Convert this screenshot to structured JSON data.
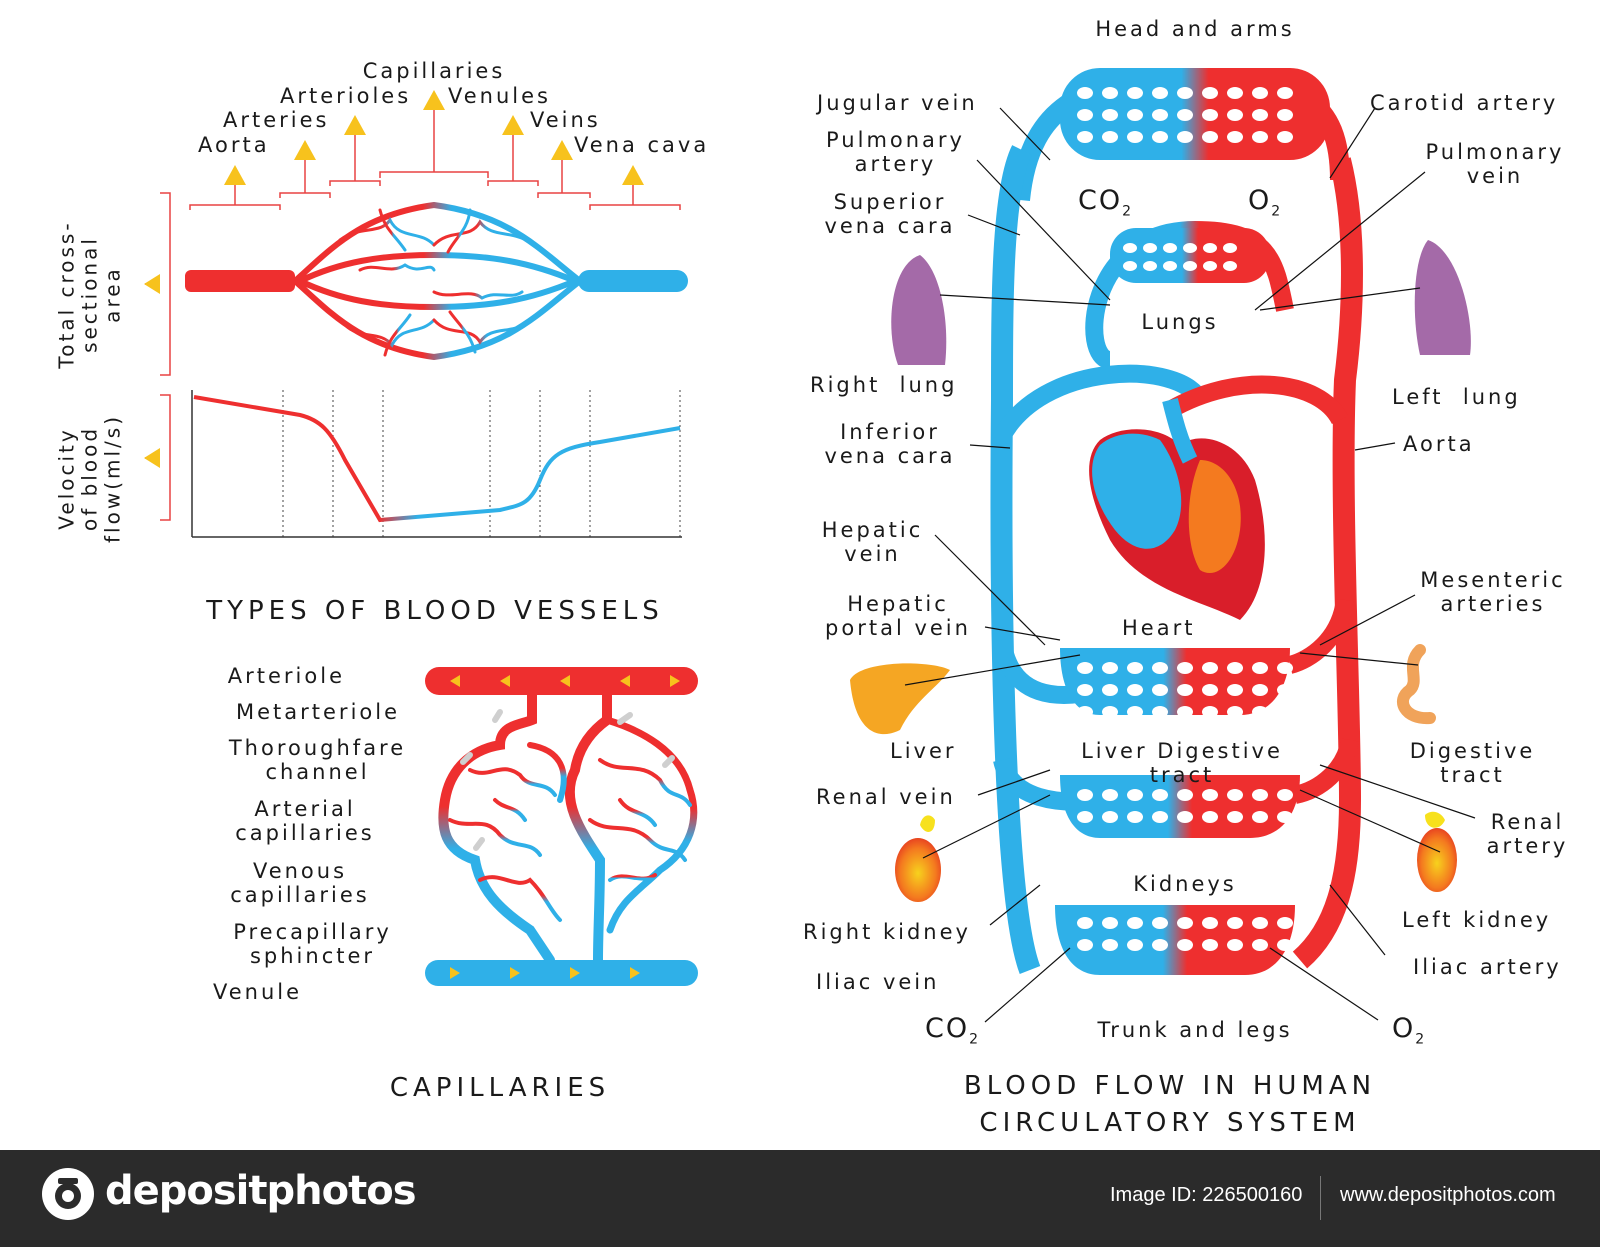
{
  "vessels": {
    "title": "TYPES OF BLOOD VESSELS",
    "top_labels": [
      "Capillaries",
      "Arterioles",
      "Venules",
      "Arteries",
      "Veins",
      "Aorta",
      "Vena cava"
    ],
    "axis_area": "Total cross-\nsectional\narea",
    "axis_velocity": "Velocity\nof blood\nflow(ml/s)"
  },
  "capillaries": {
    "title": "CAPILLARIES",
    "labels": [
      "Arteriole",
      "Metarteriole",
      "Thoroughfare\nchannel",
      "Arterial\ncapillaries",
      "Venous\ncapillaries",
      "Precapillary\nsphincter",
      "Venule"
    ]
  },
  "circulation": {
    "title": "BLOOD FLOW IN HUMAN\nCIRCULATORY SYSTEM",
    "labels": {
      "head_and_arms": "Head and arms",
      "jugular_vein": "Jugular vein",
      "carotid_artery": "Carotid artery",
      "pulmonary_artery": "Pulmonary\nartery",
      "pulmonary_vein": "Pulmonary\nvein",
      "superior_vena_cava": "Superior\nvena cara",
      "lungs": "Lungs",
      "right_lung": "Right  lung",
      "left_lung": "Left  lung",
      "inferior_vena_cava": "Inferior\nvena cara",
      "aorta": "Aorta",
      "hepatic_vein": "Hepatic\nvein",
      "hepatic_portal_vein": "Hepatic\nportal vein",
      "heart": "Heart",
      "mesenteric_arteries": "Mesenteric\narteries",
      "liver": "Liver",
      "liver_digestive_tract": "Liver Digestive\ntract",
      "digestive_tract": "Digestive\ntract",
      "renal_vein": "Renal vein",
      "renal_artery": "Renal\nartery",
      "kidneys": "Kidneys",
      "left_kidney": "Left kidney",
      "right_kidney": "Right kidney",
      "iliac_vein": "Iliac vein",
      "iliac_artery": "Iliac artery",
      "trunk_and_legs": "Trunk and legs",
      "co2": "CO",
      "o2": "O",
      "sub2": "2"
    }
  },
  "footer": {
    "brand": "depositphotos",
    "image_id": "Image ID: 226500160",
    "url": "www.depositphotos.com"
  },
  "colors": {
    "artery": "#ee2f2f",
    "vein": "#2fb0e8",
    "arrow": "#f7c21d",
    "lung": "#a46aa8",
    "liver": "#f5a623",
    "footer_bg": "#2b2b2b"
  }
}
